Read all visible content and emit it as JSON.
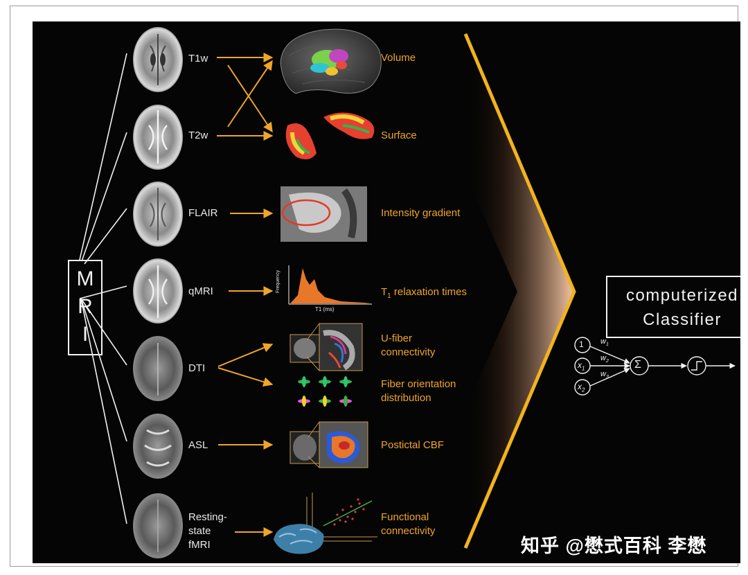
{
  "mri": {
    "letters": [
      "M",
      "R",
      "I"
    ]
  },
  "modalities": [
    {
      "label": "T1w",
      "icon": "brain-scan-t1w"
    },
    {
      "label": "T2w",
      "icon": "brain-scan-t2w"
    },
    {
      "label": "FLAIR",
      "icon": "brain-scan-flair"
    },
    {
      "label": "qMRI",
      "icon": "brain-scan-qmri"
    },
    {
      "label": "DTI",
      "icon": "brain-scan-dti"
    },
    {
      "label": "ASL",
      "icon": "brain-scan-asl"
    },
    {
      "label_lines": [
        "Resting-",
        "state",
        "fMRI"
      ],
      "icon": "brain-scan-fmri"
    }
  ],
  "features": {
    "volume": "Volume",
    "surface": "Surface",
    "intensity": "Intensity gradient",
    "t1_prefix": "T",
    "t1_sub": "1",
    "t1_suffix": " relaxation times",
    "ufiber": [
      "U-fiber",
      "connectivity"
    ],
    "fiber_orientation": [
      "Fiber orientation",
      "distribution"
    ],
    "cbf": "Postictal CBF",
    "functional": [
      "Functional",
      "connectivity"
    ]
  },
  "histogram": {
    "ylabel": "Frequency",
    "xlabel": "T1 (ms)"
  },
  "classifier": {
    "line1": "computerized",
    "line2": "Classifier"
  },
  "perceptron": {
    "inputs": [
      "1",
      "x1",
      "x2"
    ],
    "weights": [
      "w1",
      "w2",
      "w3"
    ],
    "sum": "Σ"
  },
  "watermark": "知乎 @懋式百科 李懋",
  "colors": {
    "accent": "#f0a528",
    "background": "#050505",
    "line": "#f2f2f2"
  }
}
